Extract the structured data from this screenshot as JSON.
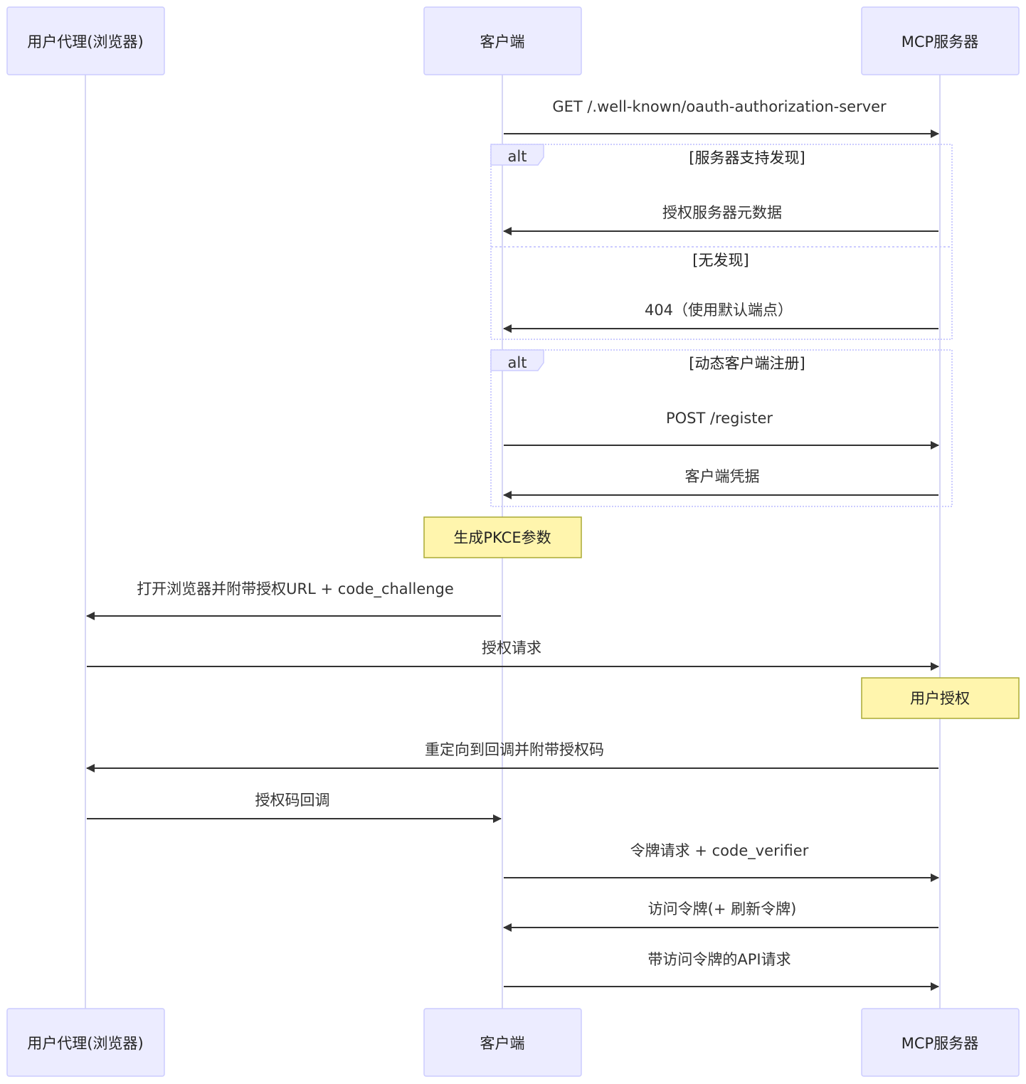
{
  "colors": {
    "actor_fill": "#ECECFF",
    "actor_stroke": "#CCCCFF",
    "lifeline": "#D6D6F5",
    "arrow": "#333333",
    "frame_stroke": "#CCCCFF",
    "frame_label_fill": "#ECECFF",
    "note_fill": "#FFF5AD",
    "note_stroke": "#AAAA33"
  },
  "participants": [
    {
      "id": "browser",
      "label": "用户代理(浏览器)"
    },
    {
      "id": "client",
      "label": "客户端"
    },
    {
      "id": "server",
      "label": "MCP服务器"
    }
  ],
  "frames": [
    {
      "keyword": "alt",
      "sections": [
        "[服务器支持发现]",
        "[无发现]"
      ]
    },
    {
      "keyword": "alt",
      "sections": [
        "[动态客户端注册]"
      ]
    }
  ],
  "messages": [
    {
      "from": "client",
      "to": "server",
      "label": "GET /.well-known/oauth-authorization-server"
    },
    {
      "from": "server",
      "to": "client",
      "label": "授权服务器元数据"
    },
    {
      "from": "server",
      "to": "client",
      "label": "404（使用默认端点）"
    },
    {
      "from": "client",
      "to": "server",
      "label": "POST /register"
    },
    {
      "from": "server",
      "to": "client",
      "label": "客户端凭据"
    },
    {
      "from": "client",
      "to": "browser",
      "label": "打开浏览器并附带授权URL + code_challenge"
    },
    {
      "from": "browser",
      "to": "server",
      "label": "授权请求"
    },
    {
      "from": "server",
      "to": "browser",
      "label": "重定向到回调并附带授权码"
    },
    {
      "from": "browser",
      "to": "client",
      "label": "授权码回调"
    },
    {
      "from": "client",
      "to": "server",
      "label": "令牌请求 + code_verifier"
    },
    {
      "from": "server",
      "to": "client",
      "label": "访问令牌(+ 刷新令牌)"
    },
    {
      "from": "client",
      "to": "server",
      "label": "带访问令牌的API请求"
    }
  ],
  "notes": [
    {
      "over": "client",
      "label": "生成PKCE参数"
    },
    {
      "over": "server",
      "label": "用户授权"
    }
  ]
}
